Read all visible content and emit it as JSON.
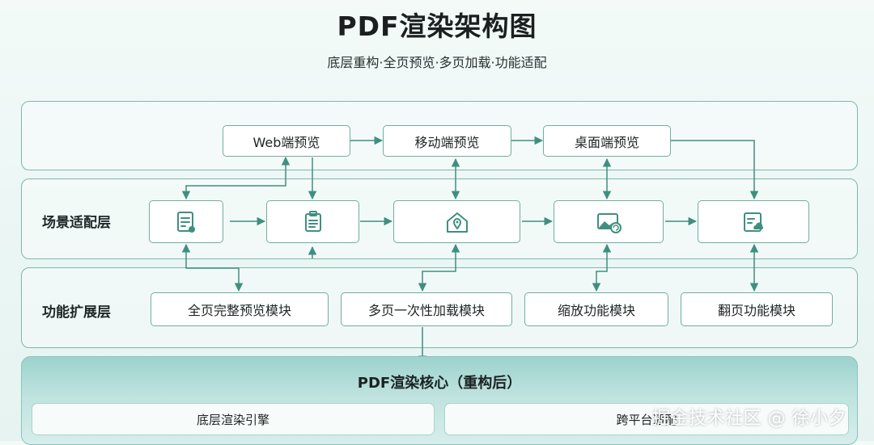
{
  "title": "PDF渲染架构图",
  "subtitle": "底层重构·全页预览·多页加载·功能适配",
  "terminals": {
    "web": "Web端预览",
    "mobile": "移动端预览",
    "desktop": "桌面端预览"
  },
  "scene_layer": {
    "label": "场景适配层",
    "icons": [
      "document-icon",
      "clipboard-icon",
      "home-location-icon",
      "image-sync-icon",
      "cloud-document-icon"
    ]
  },
  "function_layer": {
    "label": "功能扩展层",
    "modules": [
      "全页完整预览模块",
      "多页一次性加载模块",
      "缩放功能模块",
      "翻页功能模块"
    ]
  },
  "core": {
    "title": "PDF渲染核心（重构后）",
    "engine": "底层渲染引擎",
    "platform": "跨平台适配"
  },
  "watermark": "掘金技术社区 @ 徐小夕",
  "colors": {
    "accent": "#3f8f7f",
    "border": "#7fb7ac"
  }
}
